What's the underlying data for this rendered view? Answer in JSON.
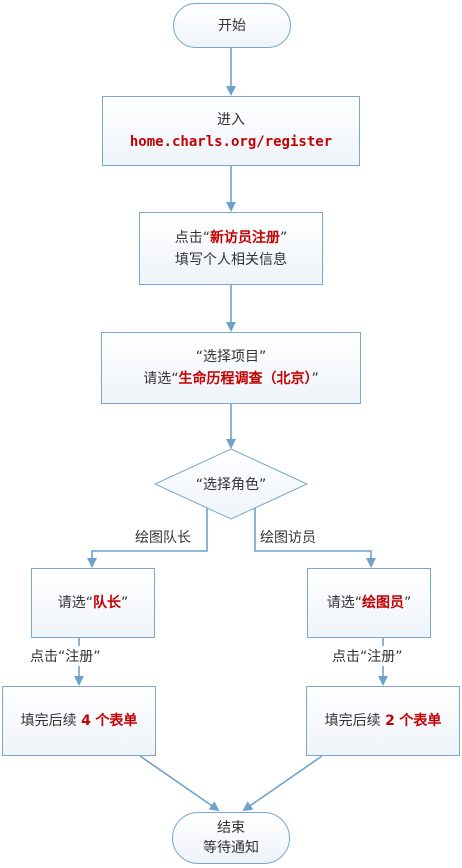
{
  "flowchart": {
    "start": {
      "label": "开始"
    },
    "enter": {
      "line1": "进入",
      "url": "home.charls.org/register"
    },
    "visitor": {
      "prefix": "点击",
      "quote_open": "“",
      "action": "新访员注册",
      "quote_close": "”",
      "line2": "填写个人相关信息"
    },
    "project": {
      "line1": "“选择项目”",
      "prefix": "请选",
      "quote_open": "“",
      "name": "生命历程调查（北京）",
      "quote_close": "”"
    },
    "role": {
      "label": "“选择角色”"
    },
    "branch_left": {
      "label": "绘图队长"
    },
    "branch_right": {
      "label": "绘图访员"
    },
    "select_leader": {
      "prefix": "请选",
      "quote_open": "“",
      "role": "队长",
      "quote_close": "”"
    },
    "select_member": {
      "prefix": "请选",
      "quote_open": "“",
      "role": "绘图员",
      "quote_close": "”"
    },
    "register_left": {
      "label": "点击“注册”"
    },
    "register_right": {
      "label": "点击“注册”"
    },
    "forms_leader": {
      "prefix": "填完后续",
      "count": "4",
      "suffix": "个表单"
    },
    "forms_member": {
      "prefix": "填完后续",
      "count": "2",
      "suffix": "个表单"
    },
    "end": {
      "line1": "结束",
      "line2": "等待通知"
    }
  },
  "colors": {
    "line": "#6fa1cc",
    "border": "#7aa7cf",
    "highlight": "#c40000"
  }
}
